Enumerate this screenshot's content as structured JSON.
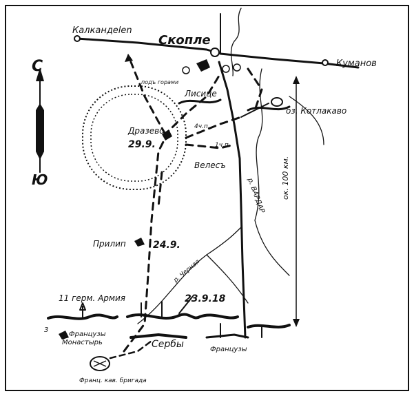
{
  "map": {
    "compass": {
      "north": "С",
      "south": "Ю"
    },
    "cities": {
      "skopje": "Скопле",
      "kalkandelen": "Калкандelen",
      "kumanovo": "Куманов",
      "lisice": "Лисице",
      "drazevo": "Дразево",
      "veles": "Велесъ",
      "prilep": "Прилип",
      "monastir": "Монастырь"
    },
    "labels": {
      "kotlakavo": "оз. Котлакаво",
      "vardar": "р. ВАРДАР",
      "cherna": "р. Черная",
      "distance": "ок. 100 км.",
      "pod_gorami": "подъ горами",
      "ch4": "4ч.п.",
      "ch1": "1ч.п.",
      "army11": "11 герм. Армия",
      "french_left": "Французы",
      "serbs": "Сербы",
      "french_right": "Французы",
      "cav_brigade": "Франц. кав. бригада",
      "marker": "3"
    },
    "dates": {
      "drazevo": "29.9.",
      "prilep": "24.9.",
      "front": "23.9.18"
    }
  }
}
